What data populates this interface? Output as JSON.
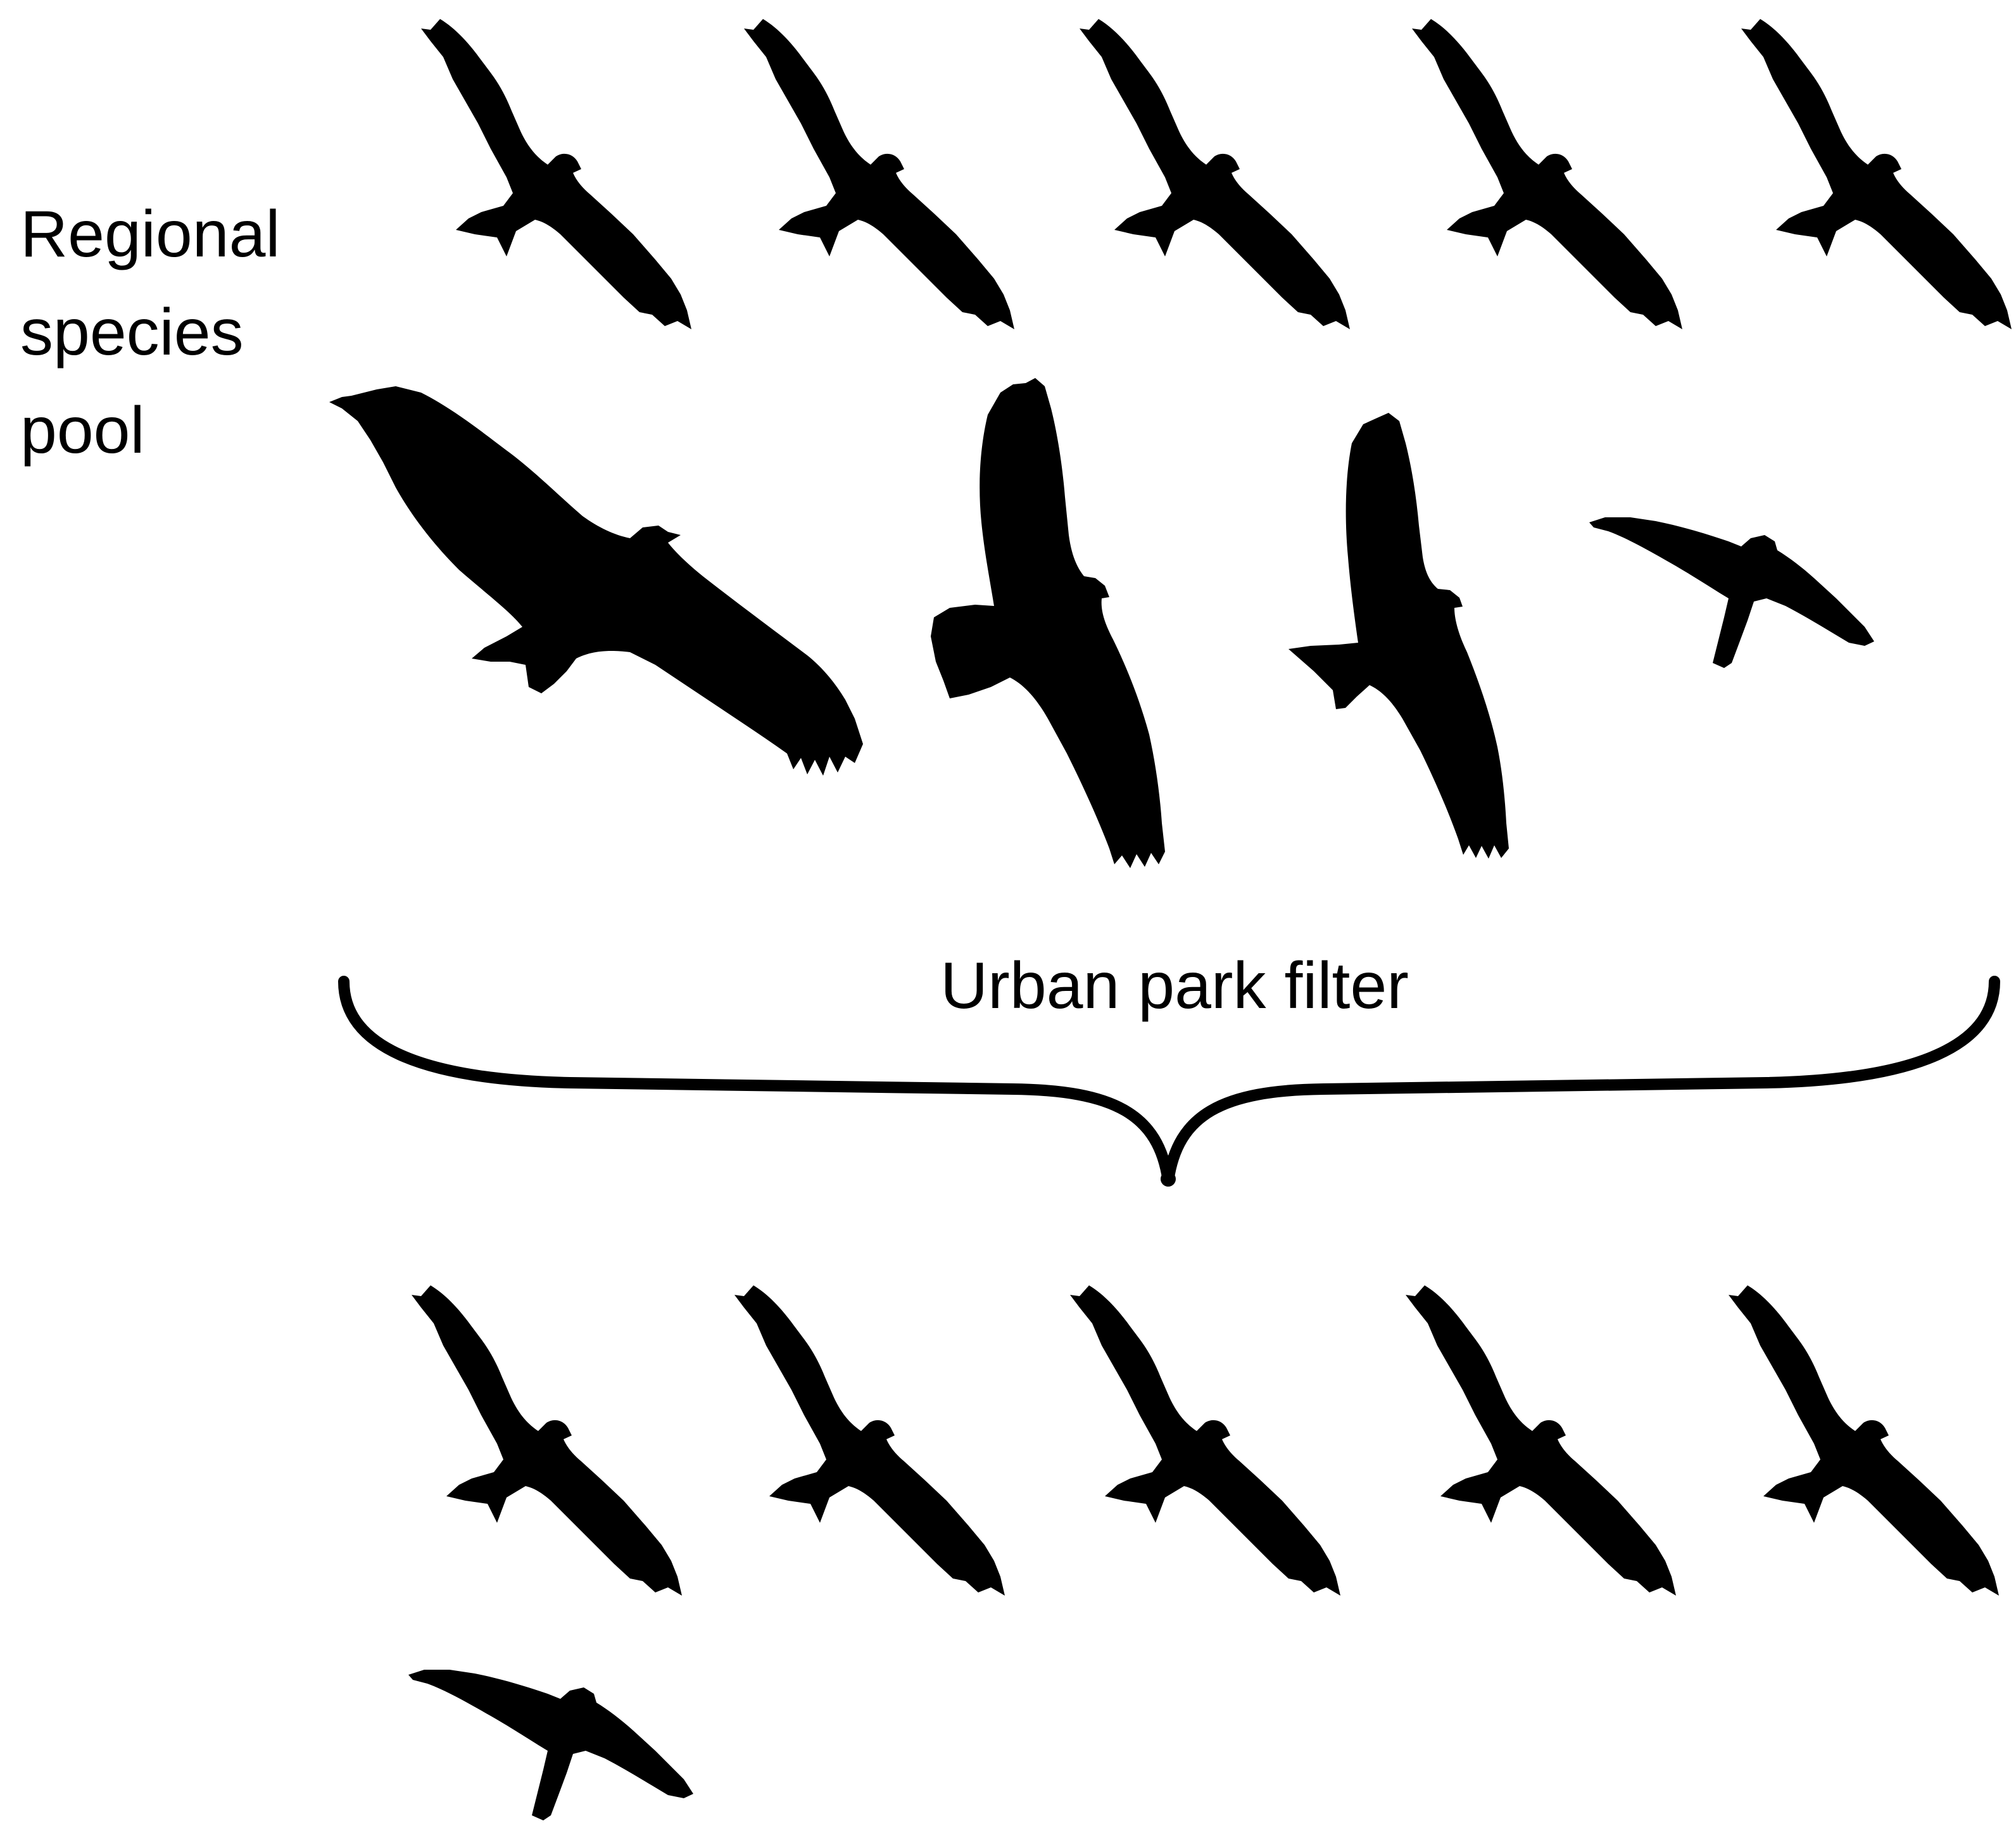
{
  "labels": {
    "pool_line1": "Regional",
    "pool_line2": "species",
    "pool_line3": "pool",
    "filter": "Urban park filter"
  },
  "colors": {
    "silhouette": "#000000",
    "background": "#ffffff"
  },
  "icons": {
    "kite": "kite-silhouette-icon",
    "vulture": "vulture-silhouette-icon",
    "buteo": "buteo-silhouette-icon",
    "narrow_hawk": "hawk-silhouette-icon",
    "falcon": "falcon-silhouette-icon",
    "brace": "curly-brace-icon"
  },
  "pool": {
    "kite_count": 5,
    "other_species": [
      "vulture",
      "buteo",
      "narrow_hawk",
      "falcon"
    ]
  },
  "park": {
    "kite_count": 5,
    "other_species": [
      "falcon"
    ]
  }
}
